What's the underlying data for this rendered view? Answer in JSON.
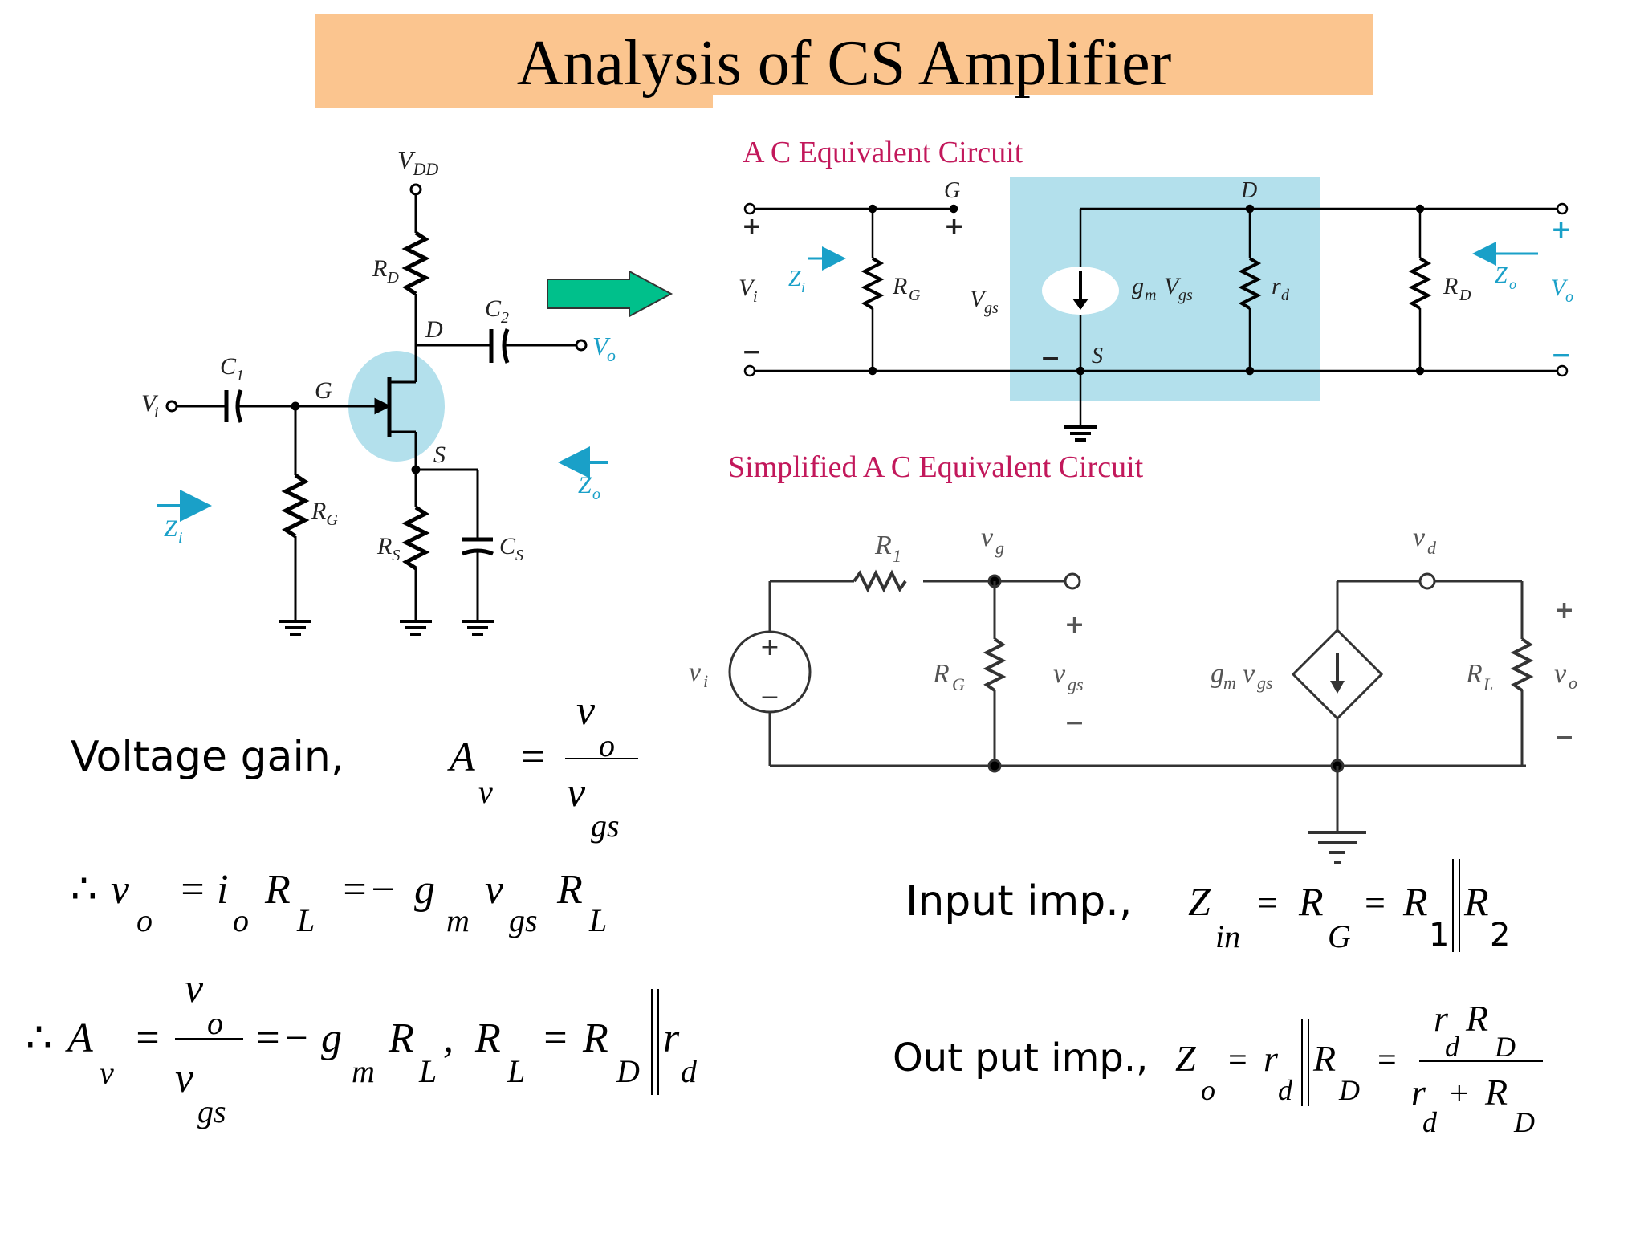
{
  "title": "Analysis of CS Amplifier",
  "sections": {
    "ac_equivalent": "A C Equivalent Circuit",
    "simplified": "Simplified A C Equivalent Circuit"
  },
  "labels": {
    "vdd_sub": "DD",
    "rd_sub": "D",
    "c2_sub": "2",
    "c1_sub": "1",
    "d": "D",
    "g": "G",
    "s": "S",
    "vo": "V",
    "vo_sub": "o",
    "vi": "V",
    "vi_sub": "i",
    "rg_sub": "G",
    "rs_sub": "S",
    "cs_sub": "S",
    "zi": "Z",
    "zi_sub": "i",
    "zo": "Z",
    "zo_sub": "o"
  },
  "labels_ac": {
    "g": "G",
    "d": "D",
    "s": "S",
    "vi": "V",
    "vgs": "V",
    "gmvgs": "g",
    "rd": "r",
    "rg": "R",
    "rd2": "R",
    "zi": "Z",
    "zo": "Z",
    "vo": "V"
  },
  "labels_simplified": {
    "r1": "R",
    "vg": "v",
    "vd": "v",
    "vi": "v",
    "rg": "R",
    "vgs": "v",
    "gmvgs": "g",
    "rl": "R",
    "vo": "v"
  },
  "equations": {
    "gain_label": "Voltage gain,",
    "input_label": "Input imp.,",
    "output_label": "Out put imp.,"
  },
  "colors": {
    "title_bg": "#fbc58f",
    "highlight": "#b3e0ec",
    "accent_label": "#1aa0c8",
    "section_text": "#c2185b",
    "arrow_fill": "#00c08b"
  }
}
